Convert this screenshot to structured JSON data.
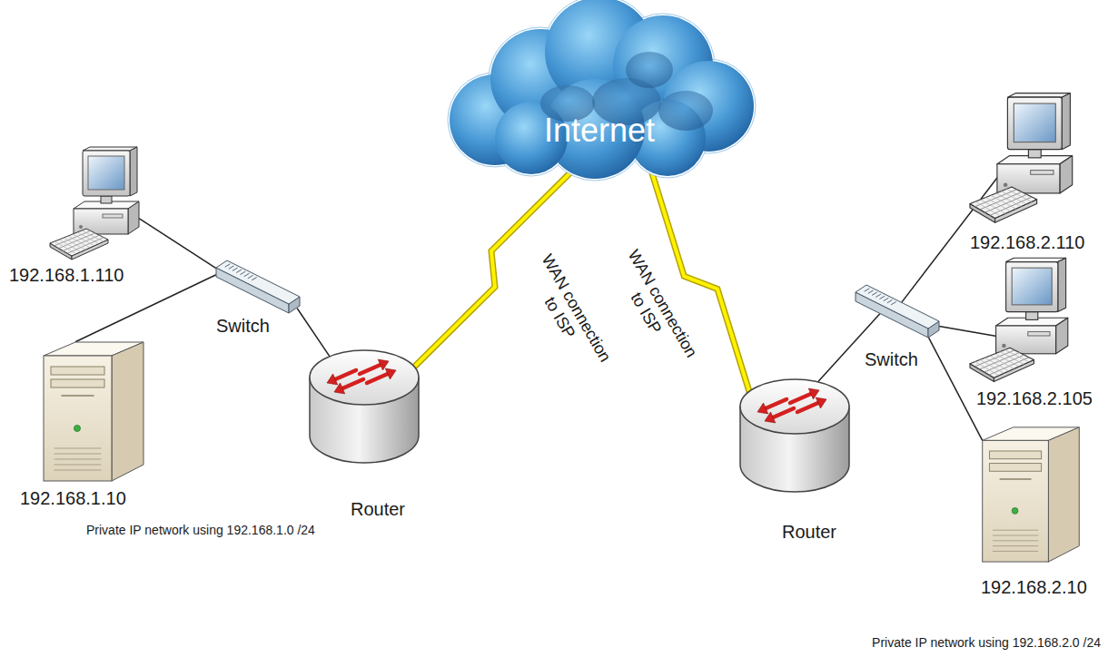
{
  "diagram": {
    "nodes": [
      {
        "text": [
          "Internet"
        ]
      },
      {
        "text": [
          "192.168.1.110"
        ]
      },
      {
        "text": [
          "Switch"
        ]
      },
      {
        "text": [
          "192.168.1.10"
        ]
      },
      {
        "text": [
          "Router"
        ]
      },
      {
        "text": [
          "Router"
        ]
      },
      {
        "text": [
          "Switch"
        ]
      },
      {
        "text": [
          "192.168.2.110"
        ]
      },
      {
        "text": [
          "192.168.2.105"
        ]
      },
      {
        "text": [
          "192.168.2.10"
        ]
      }
    ],
    "edges": [
      {
        "from": 1,
        "to": 2,
        "arrow": "none"
      },
      {
        "from": 3,
        "to": 2,
        "arrow": "none"
      },
      {
        "from": 2,
        "to": 4,
        "arrow": "none"
      },
      {
        "from": 4,
        "to": 0,
        "label": "WAN connection to ISP",
        "arrow": "none"
      },
      {
        "from": 5,
        "to": 0,
        "label": "WAN connection to ISP",
        "arrow": "none"
      },
      {
        "from": 6,
        "to": 5,
        "arrow": "none"
      },
      {
        "from": 7,
        "to": 6,
        "arrow": "none"
      },
      {
        "from": 8,
        "to": 6,
        "arrow": "none"
      },
      {
        "from": 9,
        "to": 6,
        "arrow": "none"
      }
    ],
    "labels": [
      "Private IP network using 192.168.1.0 /24",
      "Private IP network using 192.168.2.0 /24"
    ]
  }
}
